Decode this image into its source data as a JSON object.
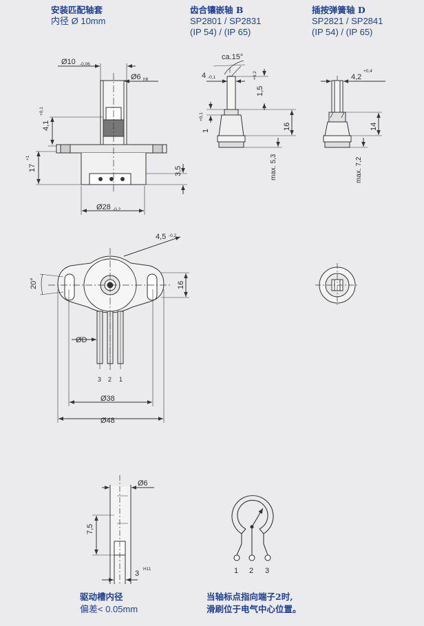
{
  "headers": {
    "mounting": {
      "title": "安装匹配轴套",
      "sub": "内径 Ø 10mm"
    },
    "gear": {
      "title": "齿合镶嵌轴 B",
      "models": "SP2801 / SP2831",
      "ip": "(IP 54) / (IP 65)"
    },
    "spring": {
      "title": "插按弹簧轴 D",
      "models": "SP2821 / SP2841",
      "ip": "(IP 54) / (IP 65)"
    }
  },
  "captions": {
    "slot": {
      "title": "驱动槽内径",
      "sub": "偏差< 0.05mm"
    },
    "wiper": {
      "line1": "当轴标点指向端子2时,",
      "line2": "滑刷位于电气中心位置。"
    }
  },
  "dims": {
    "d10": "Ø10",
    "d10_tol": "-0,06",
    "d6": "Ø6",
    "d6_tol": "h6",
    "h41": "4,1",
    "h41_tol": "+0,1",
    "h17": "17",
    "h17_tol": "+1",
    "h35": "3,5",
    "d28": "Ø28",
    "d28_tol": "-0,2",
    "ca15": "ca.15°",
    "w4": "4",
    "w4_tol": "-0,1",
    "h15": "1,5",
    "h15_tol": "+0,2",
    "h1": "1",
    "h1_tol": "+0,1",
    "h16b": "16",
    "max53": "max. 5,3",
    "w42": "4,2",
    "w42_tol": "+0,4",
    "h14": "14",
    "max72": "max. 7,2",
    "w45": "4,5",
    "w45_tol": "-0,2",
    "a20": "20°",
    "h16f": "16",
    "dD": "ØD",
    "p3": "3",
    "p2": "2",
    "p1": "1",
    "d38": "Ø38",
    "d48": "Ø48",
    "s6": "Ø6",
    "s75": "7,5",
    "s3": "3",
    "s3_tol": "H11",
    "t1": "1",
    "t2": "2",
    "t3": "3"
  }
}
